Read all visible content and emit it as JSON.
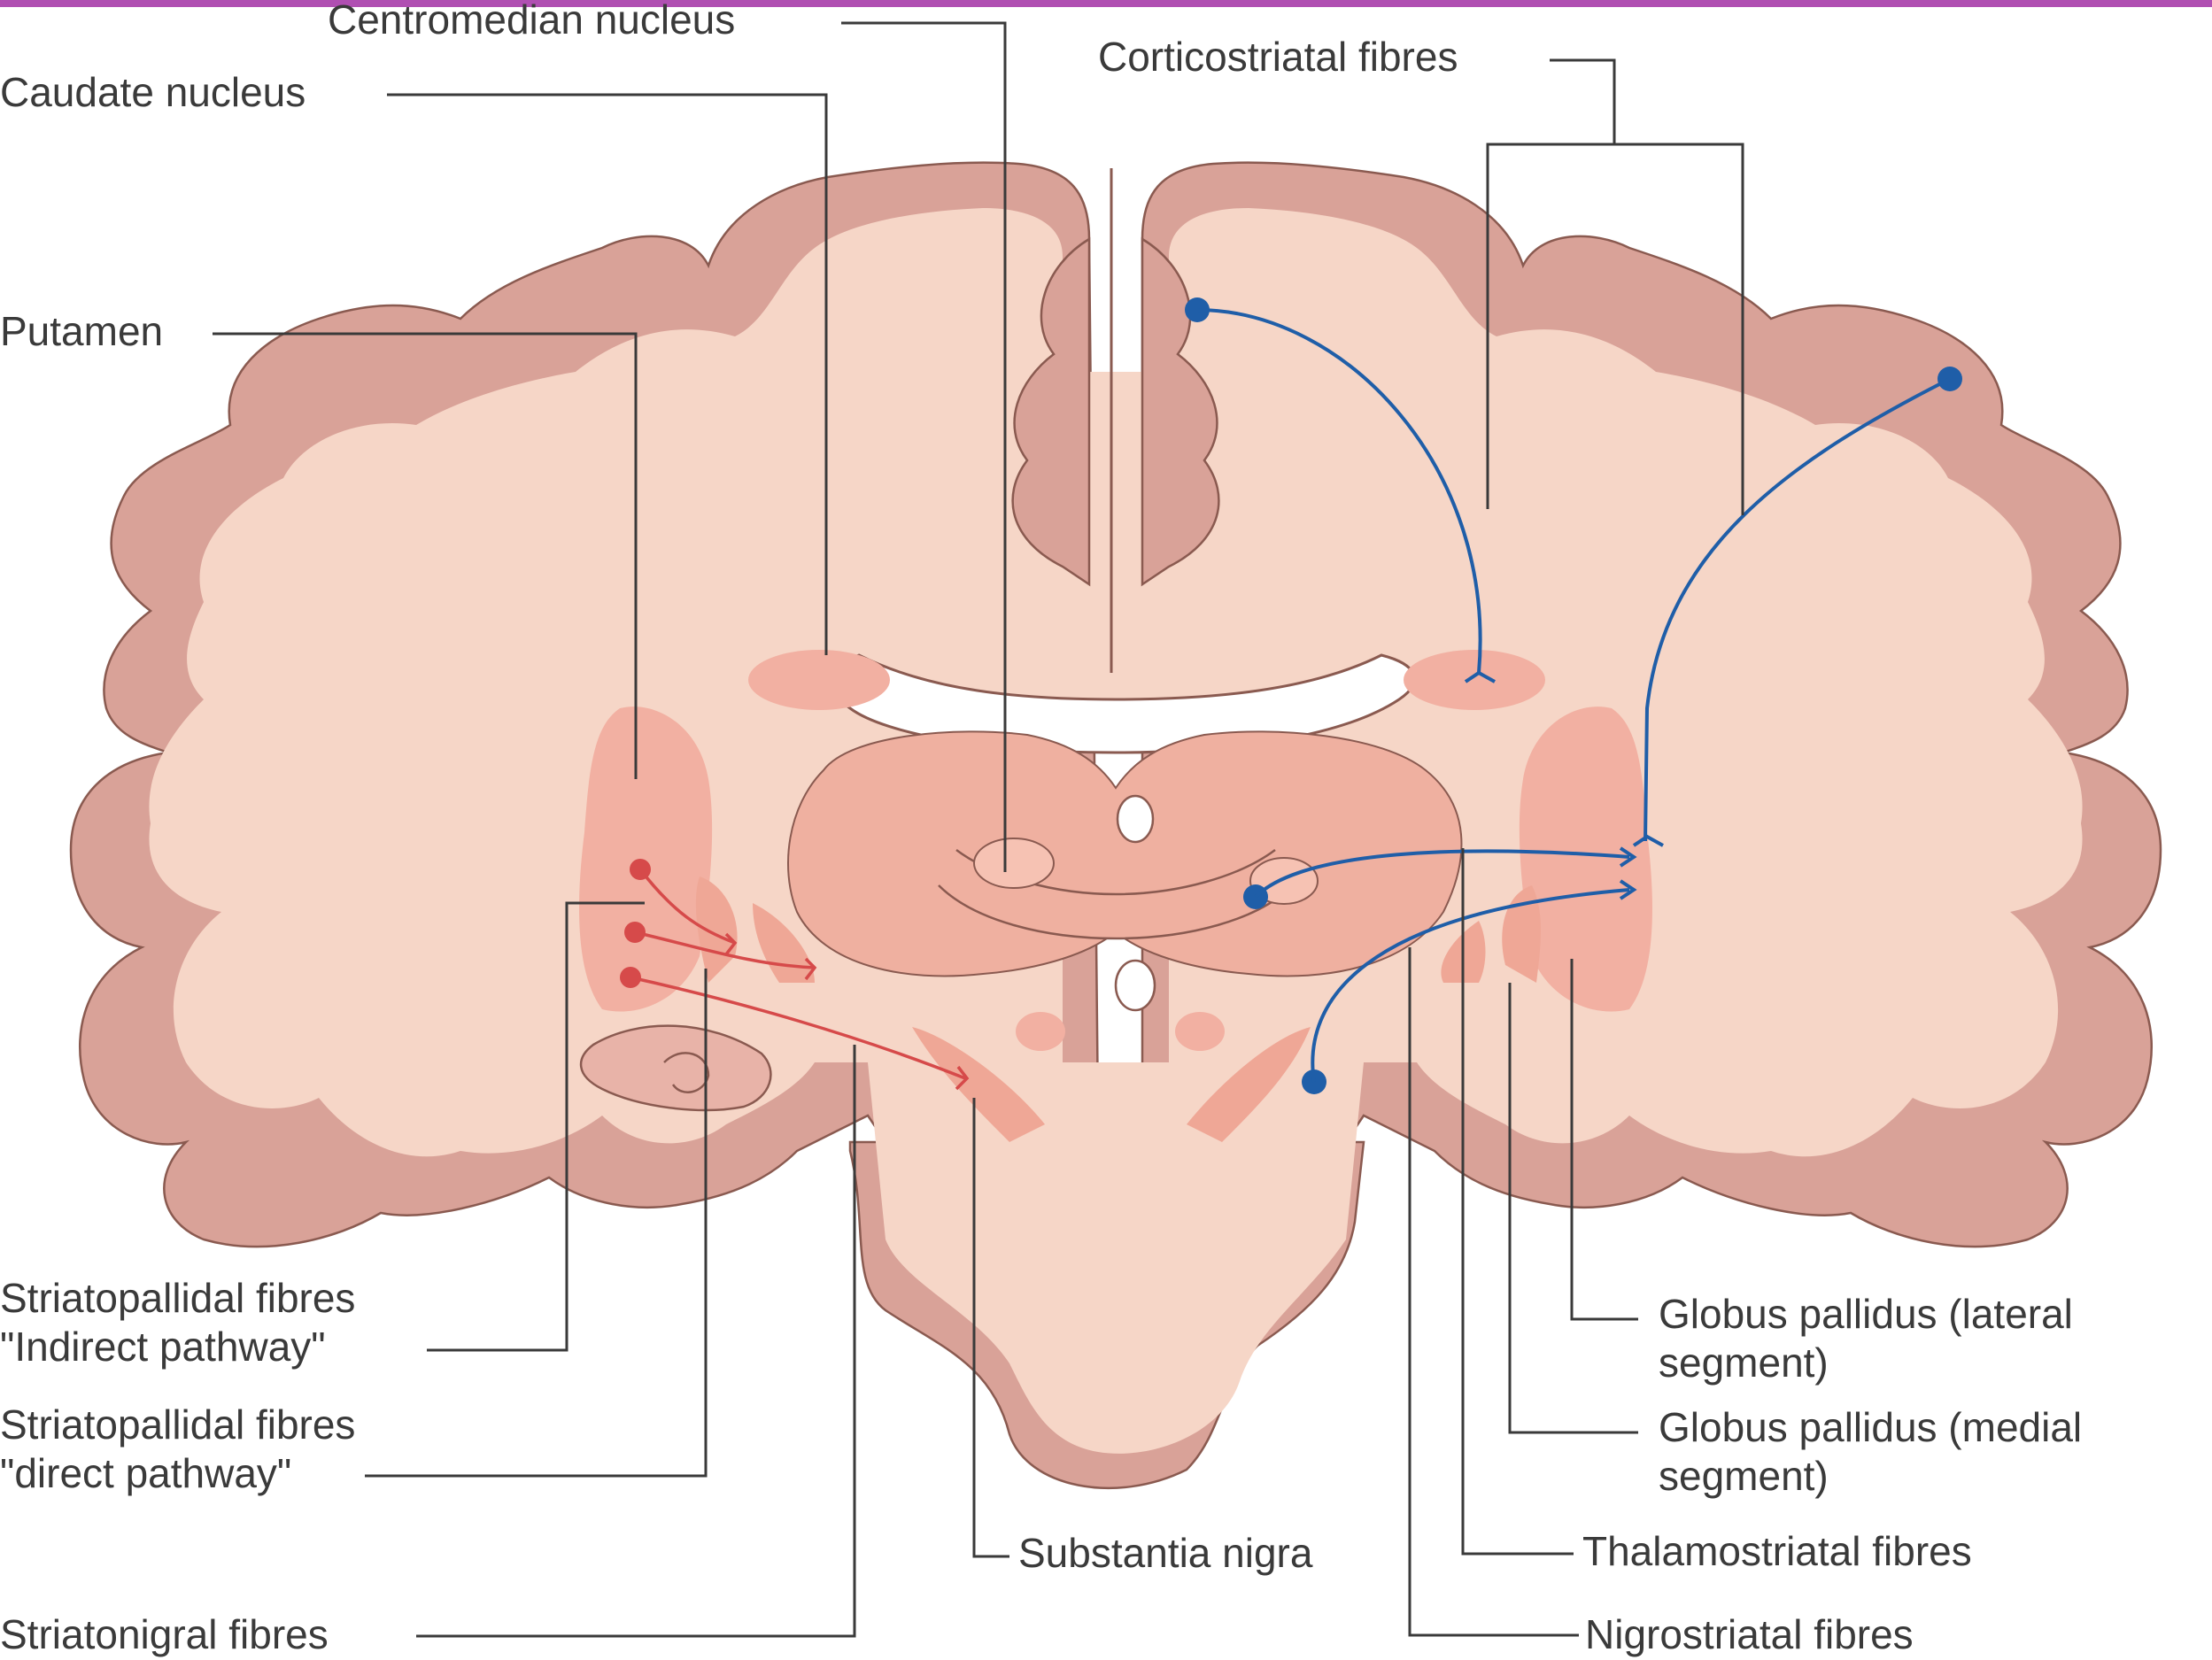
{
  "colors": {
    "top_bar": "#b04fb2",
    "cortex": "#d9a298",
    "white_matter": "#f6d6c7",
    "nuclei": "#f2b0a2",
    "blue_pathway": "#1f5ea8",
    "red_pathway": "#d64a4a"
  },
  "labels": {
    "centromedian": "Centromedian nucleus",
    "caudate": "Caudate nucleus",
    "corticostriatal": "Corticostriatal fibres",
    "putamen": "Putamen",
    "indirect_1": "Striatopallidal fibres",
    "indirect_2": "\"Indirect pathway\"",
    "direct_1": "Striatopallidal fibres",
    "direct_2": "\"direct pathway\"",
    "striatonigral": "Striatonigral fibres",
    "substantia_nigra": "Substantia nigra",
    "gp_lateral_1": "Globus pallidus (lateral",
    "gp_lateral_2": "segment)",
    "gp_medial_1": "Globus pallidus (medial",
    "gp_medial_2": "segment)",
    "thalamostriatal": "Thalamostriatal fibres",
    "nigrostriatal": "Nigrostriatal fibres"
  }
}
